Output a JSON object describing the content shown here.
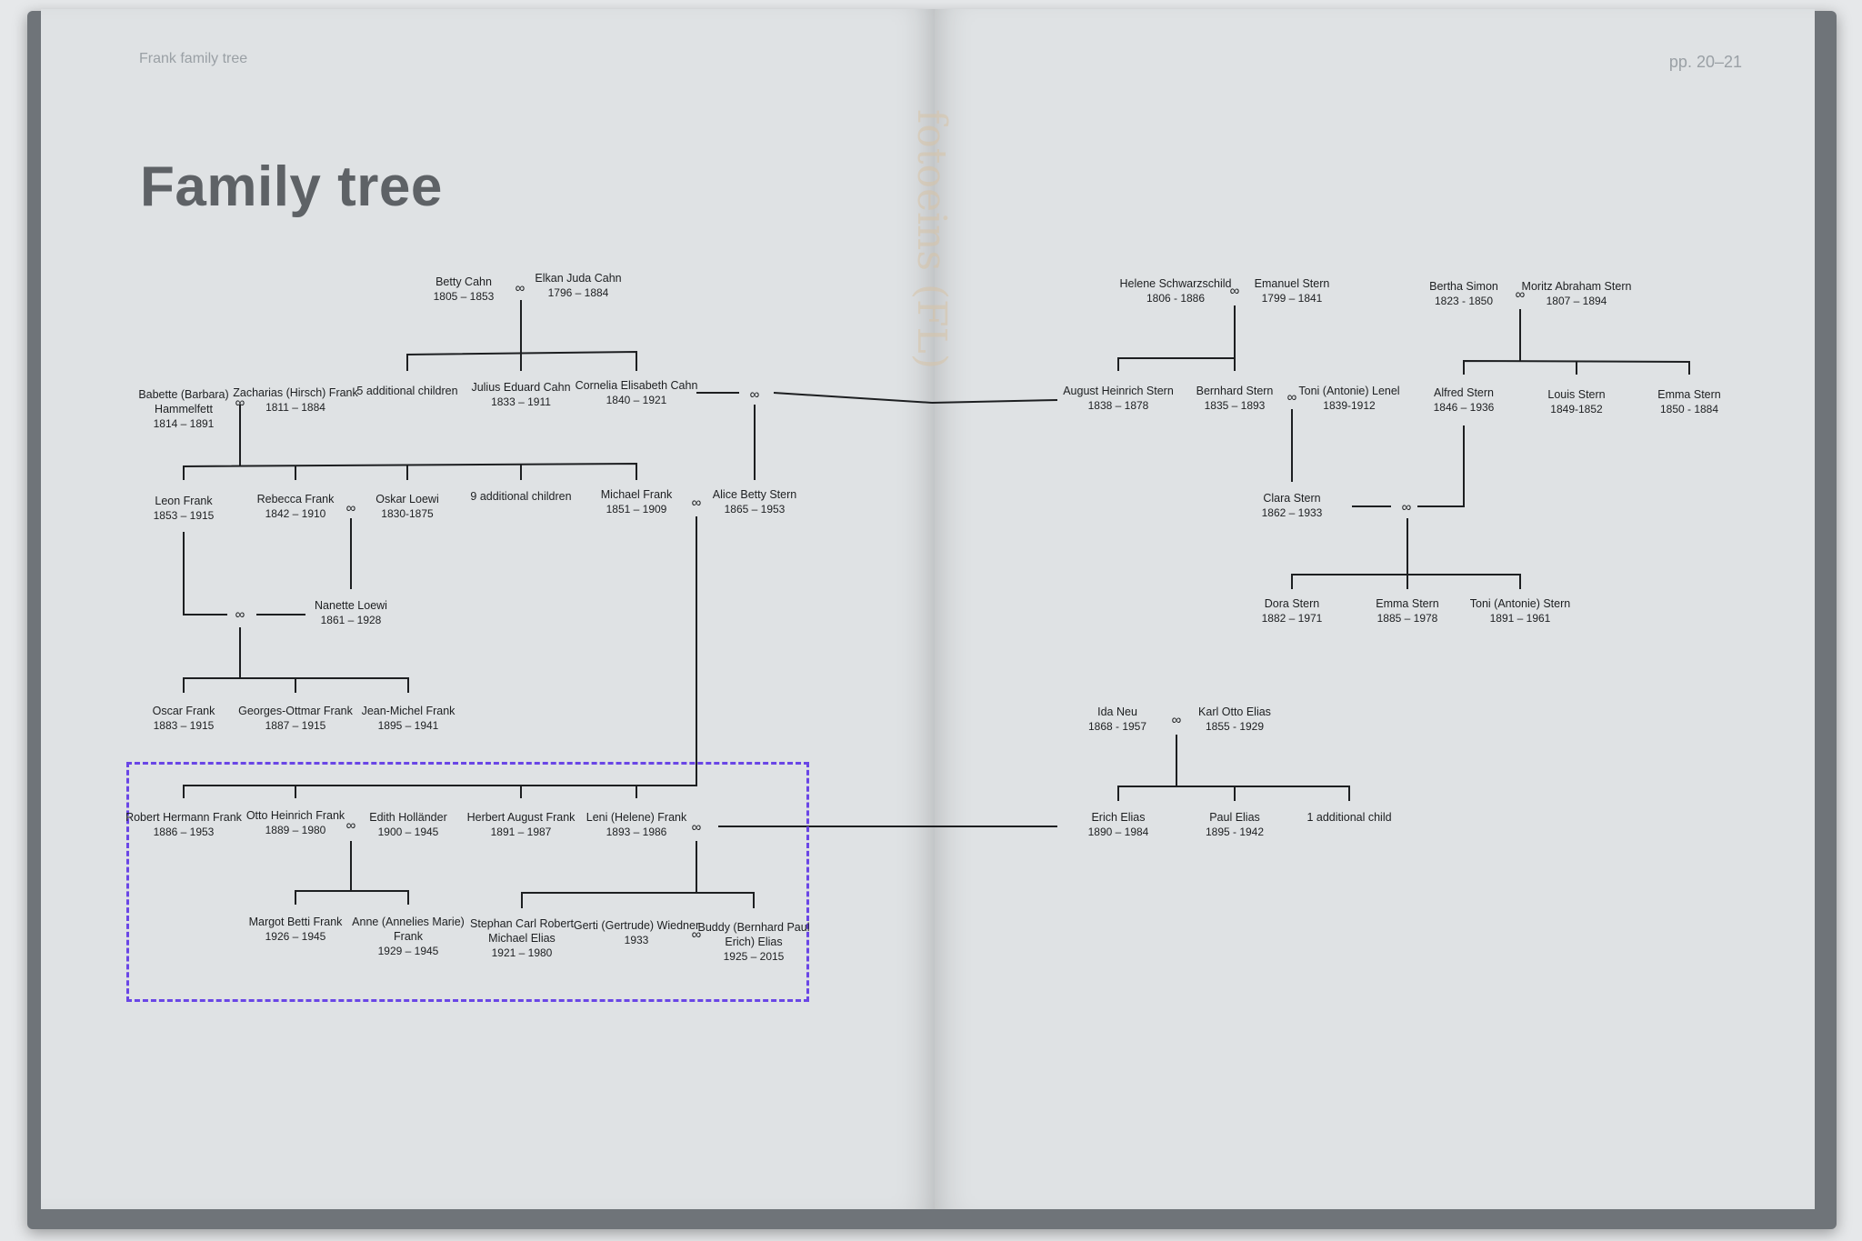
{
  "header": {
    "running_title": "Frank family tree",
    "page_range": "pp. 20–21"
  },
  "title": "Family tree",
  "watermark": "fotoeins (FL)",
  "marriage_symbol": "∞",
  "persons": [
    {
      "id": "betty-cahn",
      "name": "Betty Cahn",
      "dates": "1805 – 1853"
    },
    {
      "id": "elkan-cahn",
      "name": "Elkan Juda Cahn",
      "dates": "1796 – 1884"
    },
    {
      "id": "cahn-5-children",
      "name": "5 additional children",
      "dates": ""
    },
    {
      "id": "julius-cahn",
      "name": "Julius Eduard Cahn",
      "dates": "1833 – 1911"
    },
    {
      "id": "cornelia-cahn",
      "name": "Cornelia Elisabeth Cahn",
      "dates": "1840 – 1921"
    },
    {
      "id": "babette",
      "name": "Babette (Barbara) Hammelfett",
      "dates": "1814 – 1891"
    },
    {
      "id": "zacharias",
      "name": "Zacharias (Hirsch) Frank",
      "dates": "1811 – 1884"
    },
    {
      "id": "leon-frank",
      "name": "Leon Frank",
      "dates": "1853 – 1915"
    },
    {
      "id": "rebecca-frank",
      "name": "Rebecca Frank",
      "dates": "1842 – 1910"
    },
    {
      "id": "oskar-loewi",
      "name": "Oskar Loewi",
      "dates": "1830-1875"
    },
    {
      "id": "frank-9-children",
      "name": "9 additional children",
      "dates": ""
    },
    {
      "id": "michael-frank",
      "name": "Michael Frank",
      "dates": "1851 – 1909"
    },
    {
      "id": "alice-stern",
      "name": "Alice Betty Stern",
      "dates": "1865 – 1953"
    },
    {
      "id": "nanette-loewi",
      "name": "Nanette Loewi",
      "dates": "1861 – 1928"
    },
    {
      "id": "oscar-frank",
      "name": "Oscar Frank",
      "dates": "1883 – 1915"
    },
    {
      "id": "georges-frank",
      "name": "Georges-Ottmar Frank",
      "dates": "1887 – 1915"
    },
    {
      "id": "jean-michel",
      "name": "Jean-Michel Frank",
      "dates": "1895 – 1941"
    },
    {
      "id": "robert-frank",
      "name": "Robert Hermann Frank",
      "dates": "1886 – 1953"
    },
    {
      "id": "otto-frank",
      "name": "Otto Heinrich Frank",
      "dates": "1889 – 1980"
    },
    {
      "id": "edith-hollander",
      "name": "Edith Holländer",
      "dates": "1900 – 1945"
    },
    {
      "id": "herbert-frank",
      "name": "Herbert August Frank",
      "dates": "1891 – 1987"
    },
    {
      "id": "leni-frank",
      "name": "Leni (Helene) Frank",
      "dates": "1893 – 1986"
    },
    {
      "id": "margot-frank",
      "name": "Margot Betti Frank",
      "dates": "1926 – 1945"
    },
    {
      "id": "anne-frank",
      "name": "Anne (Annelies Marie) Frank",
      "dates": "1929 – 1945"
    },
    {
      "id": "stephan-elias",
      "name": "Stephan Carl Robert Michael Elias",
      "dates": "1921 – 1980"
    },
    {
      "id": "gerti-wiedner",
      "name": "Gerti (Gertrude) Wiedner",
      "dates": "1933"
    },
    {
      "id": "buddy-elias",
      "name": "Buddy (Bernhard Paul Erich) Elias",
      "dates": "1925 – 2015"
    },
    {
      "id": "helene-schwarzschild",
      "name": "Helene Schwarzschild",
      "dates": "1806 - 1886"
    },
    {
      "id": "emanuel-stern",
      "name": "Emanuel Stern",
      "dates": "1799 – 1841"
    },
    {
      "id": "bertha-simon",
      "name": "Bertha Simon",
      "dates": "1823 - 1850"
    },
    {
      "id": "moritz-stern",
      "name": "Moritz Abraham Stern",
      "dates": "1807 – 1894"
    },
    {
      "id": "august-stern",
      "name": "August Heinrich Stern",
      "dates": "1838 – 1878"
    },
    {
      "id": "bernhard-stern",
      "name": "Bernhard Stern",
      "dates": "1835 – 1893"
    },
    {
      "id": "toni-lenel",
      "name": "Toni (Antonie) Lenel",
      "dates": "1839-1912"
    },
    {
      "id": "alfred-stern",
      "name": "Alfred Stern",
      "dates": "1846 – 1936"
    },
    {
      "id": "louis-stern",
      "name": "Louis Stern",
      "dates": "1849-1852"
    },
    {
      "id": "emma-stern-1",
      "name": "Emma Stern",
      "dates": "1850 - 1884"
    },
    {
      "id": "clara-stern",
      "name": "Clara Stern",
      "dates": "1862 – 1933"
    },
    {
      "id": "dora-stern",
      "name": "Dora Stern",
      "dates": "1882 – 1971"
    },
    {
      "id": "emma-stern-2",
      "name": "Emma Stern",
      "dates": "1885 – 1978"
    },
    {
      "id": "toni-stern",
      "name": "Toni (Antonie) Stern",
      "dates": "1891 – 1961"
    },
    {
      "id": "ida-neu",
      "name": "Ida Neu",
      "dates": "1868 - 1957"
    },
    {
      "id": "karl-elias",
      "name": "Karl Otto Elias",
      "dates": "1855 - 1929"
    },
    {
      "id": "erich-elias",
      "name": "Erich Elias",
      "dates": "1890 – 1984"
    },
    {
      "id": "paul-elias",
      "name": "Paul Elias",
      "dates": "1895 - 1942"
    },
    {
      "id": "elias-1-child",
      "name": "1 additional child",
      "dates": ""
    }
  ],
  "colors": {
    "page": "#dfe2e4",
    "cover": "#6f7479",
    "line": "#1d1f21",
    "highlight": "#6a46e6"
  }
}
